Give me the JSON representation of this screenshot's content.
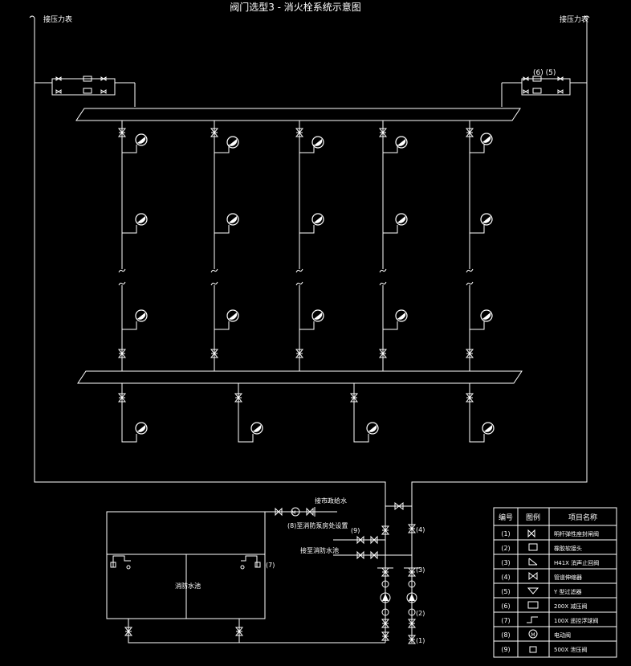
{
  "title": "阀门选型3 - 消火栓系统示意图",
  "labels": {
    "top_left": "接压力表",
    "top_right": "接压力表",
    "mains_water": "接市政给水",
    "pump_room_note": "(8)至消防泵房处设置",
    "flow_test": "接至消防水池",
    "tank": "消防水池",
    "tag_6_5": "(6) (5)",
    "tag_7": "(7)",
    "tag_9": "(9)",
    "tag_4": "(4)",
    "tag_3": "(3)",
    "tag_2": "(2)",
    "tag_1": "(1)"
  },
  "legend": {
    "headers": [
      "编号",
      "图例",
      "项目名称"
    ],
    "rows": [
      {
        "num": "(1)",
        "name": "明杆弹性座封闸阀"
      },
      {
        "num": "(2)",
        "name": "橡胶软接头"
      },
      {
        "num": "(3)",
        "name": "H41X 消声止回阀"
      },
      {
        "num": "(4)",
        "name": "管道伸缩器"
      },
      {
        "num": "(5)",
        "name": "Y 型过滤器"
      },
      {
        "num": "(6)",
        "name": "200X 减压阀"
      },
      {
        "num": "(7)",
        "name": "100X 遥控浮球阀"
      },
      {
        "num": "(8)",
        "name": "电动阀"
      },
      {
        "num": "(9)",
        "name": "500X 泄压阀"
      }
    ]
  }
}
